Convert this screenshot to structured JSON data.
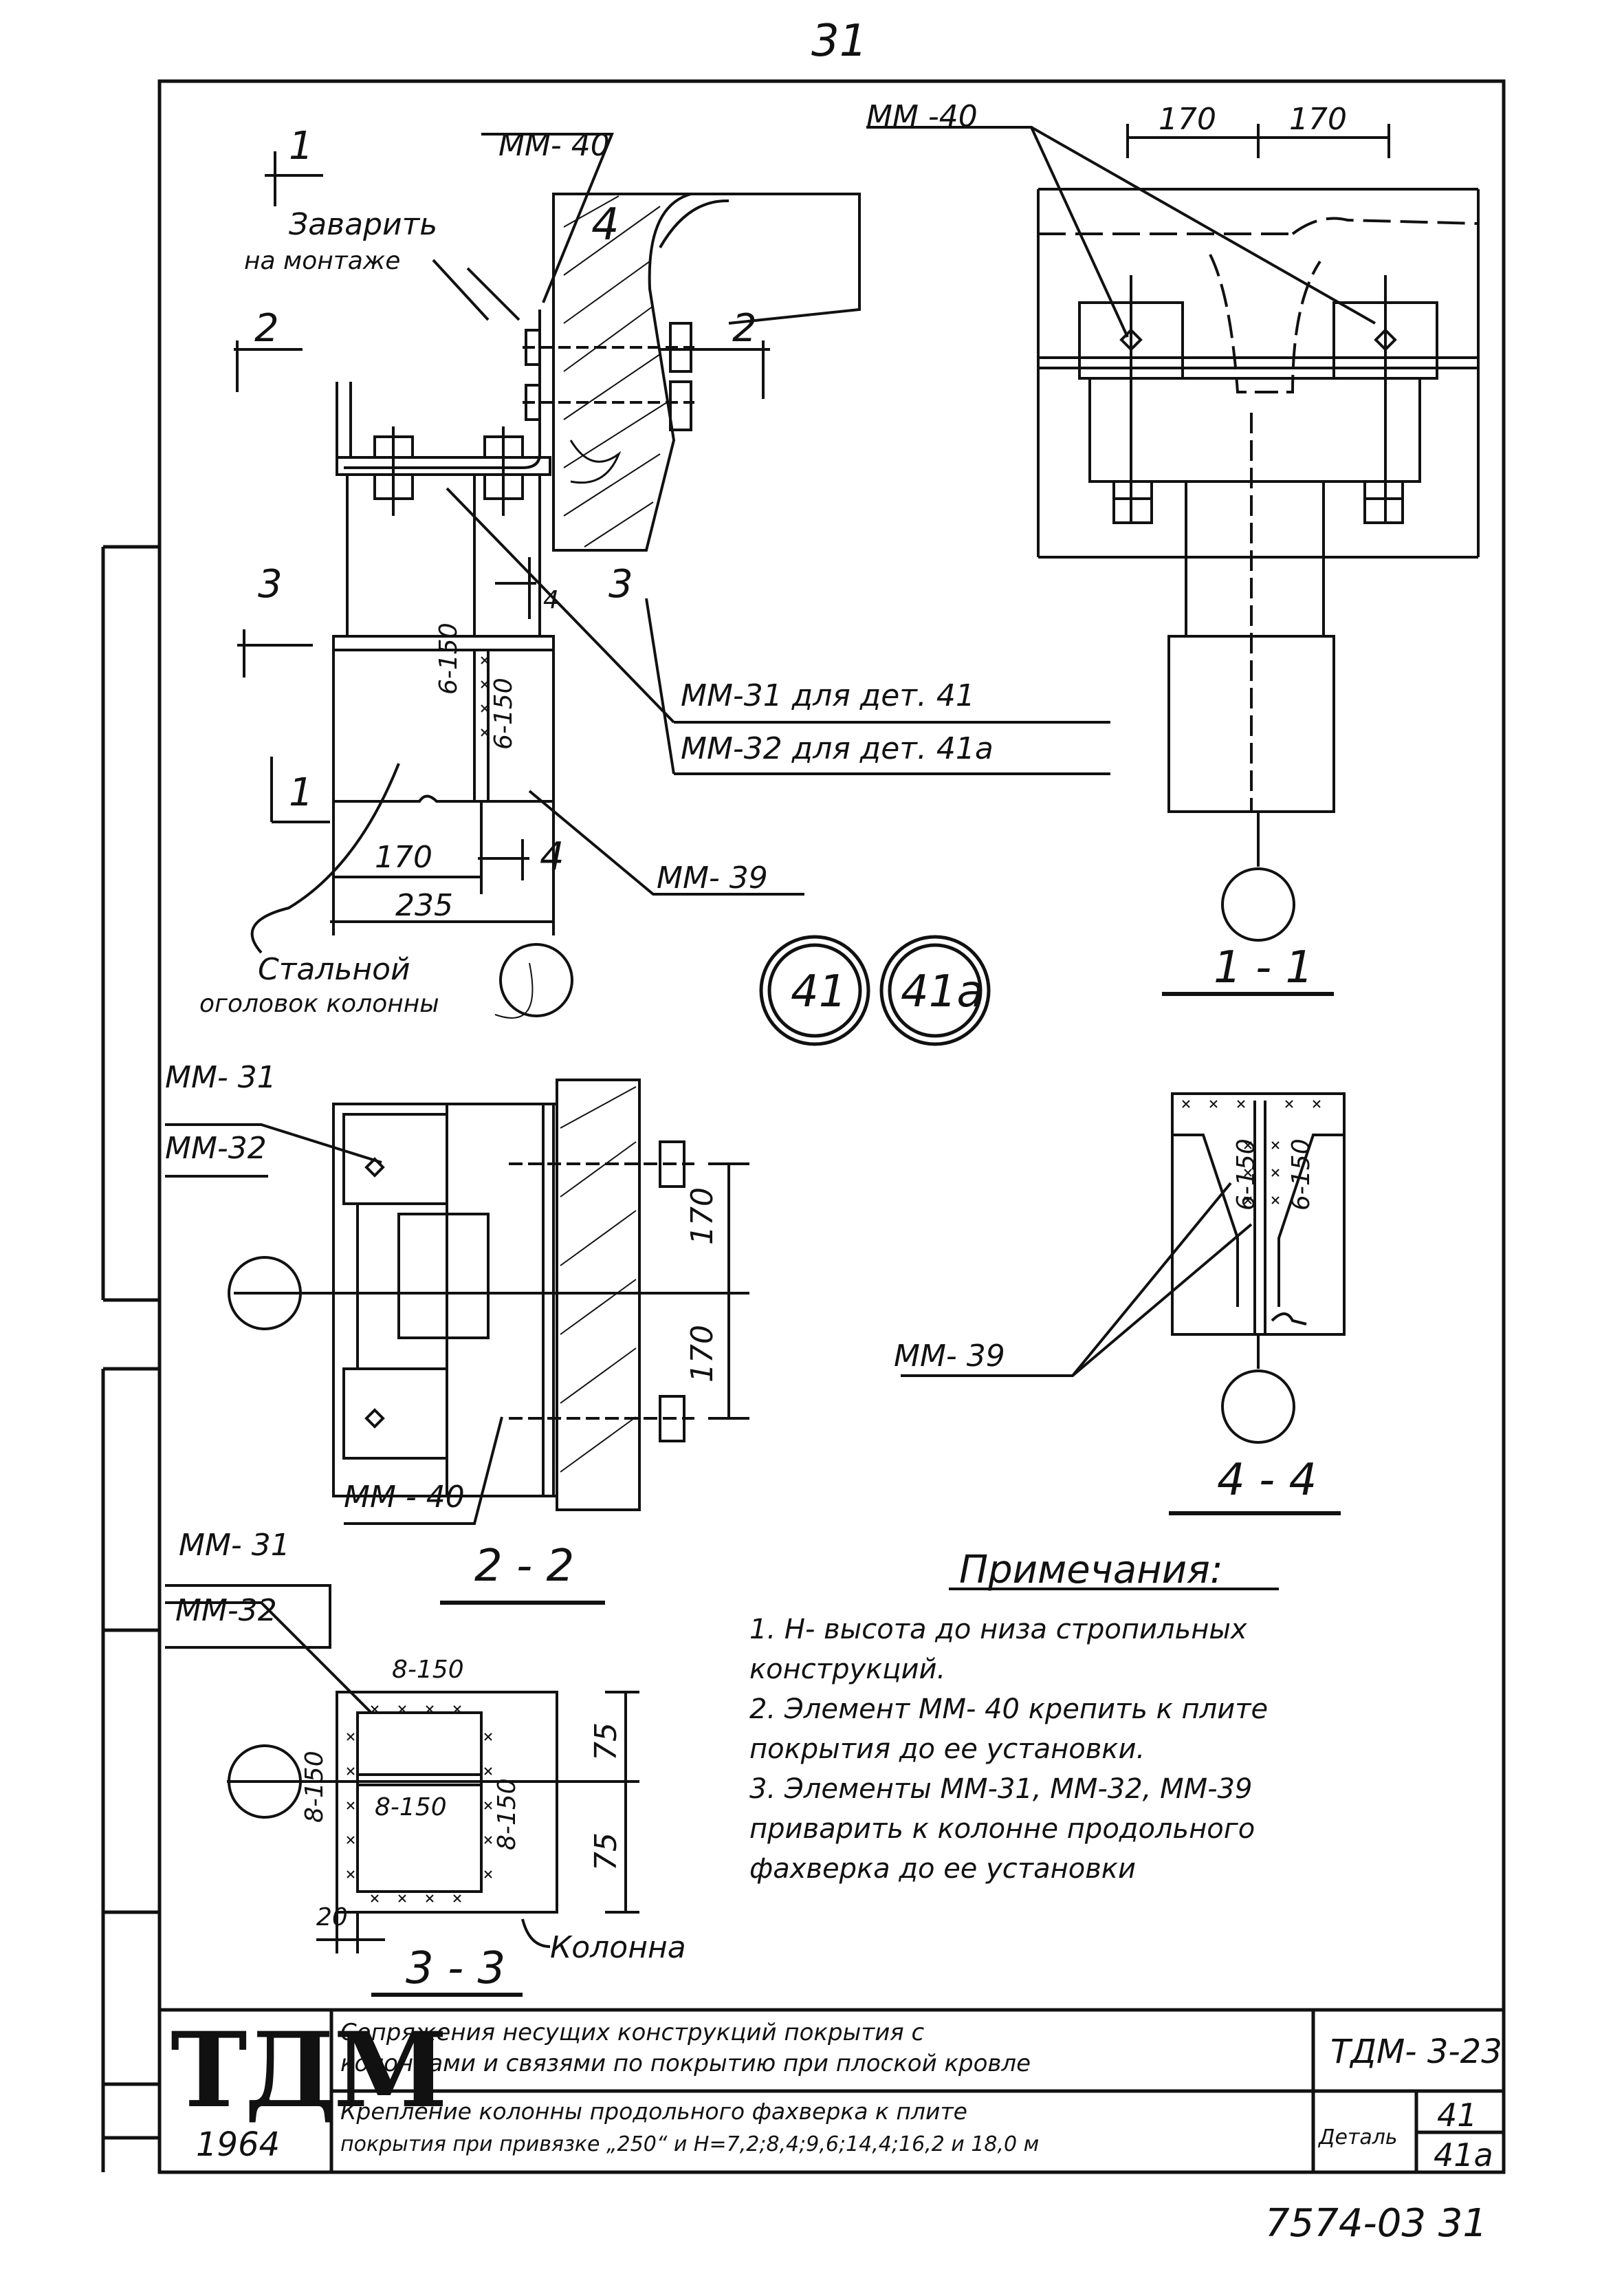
{
  "page_number": "31",
  "labels": {
    "mm40_top": "ММ- 40",
    "weld_site": "Заварить",
    "on_site": "на монтаже",
    "sec1": "1",
    "sec2": "2",
    "sec3": "3",
    "sec4": "4",
    "num4_concrete": "4",
    "mm31_det41": "ММ-31 для дет. 41",
    "mm32_det41a": "ММ-32 для дет. 41а",
    "weld_6150": "6-150",
    "dim_170": "170",
    "dim_235": "235",
    "mm39_main": "ММ- 39",
    "steel_cap_1": "Стальной",
    "steel_cap_2": "оголовок колонны",
    "mm40_right": "ММ -40",
    "dim_170_a": "170",
    "dim_170_b": "170",
    "section_11": "1 - 1",
    "mm31_left": "ММ- 31",
    "mm32_left": "ММ-32",
    "mm40_bottom": "ММ - 40",
    "section_22": "2 - 2",
    "mm39_right": "ММ- 39",
    "section_44": "4 - 4",
    "mm31_low": "ММ- 31",
    "mm32_low": "ММ-32",
    "weld_8150": "8-150",
    "dim_75": "75",
    "dim_20": "20",
    "column": "Колонна",
    "section_33": "3 - 3"
  },
  "details": {
    "d41": "41",
    "d41a": "41а"
  },
  "notes": {
    "title": "Примечания:",
    "items": [
      "1. Н- высота до низа стропильных",
      "    конструкций.",
      "2. Элемент ММ- 40 крепить к плите",
      "    покрытия до ее установки.",
      "3. Элементы ММ-31, ММ-32, ММ-39",
      "    приварить к колонне продольного",
      "    фахверка до ее установки"
    ]
  },
  "title_block": {
    "logo": "ТДМ",
    "year": "1964",
    "title_line1": "Сопряжения несущих конструкций покрытия с",
    "title_line2": "колоннами и связями по покрытию при плоской кровле",
    "code": "ТДМ- 3-23",
    "sub_line1": "Крепление колонны продольного фахверка к плите",
    "sub_line2": "покрытия при привязке „250“ и Н=7,2;8,4;9,6;14,4;16,2 и 18,0 м",
    "detail_label": "Деталь",
    "detail_41": "41",
    "detail_41a": "41а"
  },
  "sheet_number": "7574-03  31"
}
